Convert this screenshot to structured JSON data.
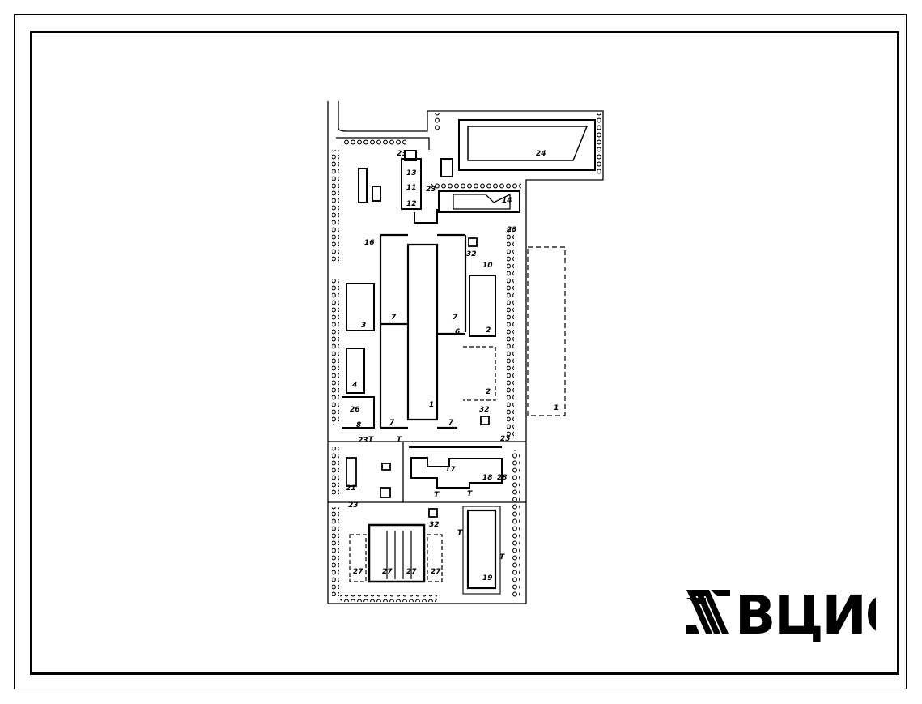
{
  "drawing": {
    "labels": {
      "l1": "1",
      "l1b": "1",
      "l2": "2",
      "l2b": "2",
      "l3": "3",
      "l4": "4",
      "l6": "6",
      "l7a": "7",
      "l7b": "7",
      "l7c": "7",
      "l7d": "7",
      "l8": "8",
      "l10": "10",
      "l11": "11",
      "l12": "12",
      "l13": "13",
      "l14": "14",
      "l16": "16",
      "l17": "17",
      "l18": "18",
      "l19": "19",
      "l21": "21",
      "l23a": "23",
      "l23b": "23",
      "l23c": "23",
      "l23d": "23",
      "l23e": "23",
      "l23f": "23",
      "l24": "24",
      "l26": "26",
      "l27a": "27",
      "l27b": "27",
      "l27c": "27",
      "l27d": "27",
      "l28": "28",
      "l32a": "32",
      "l32b": "32",
      "l32c": "32",
      "t1": "T",
      "t2": "T",
      "t3": "T",
      "t4": "T",
      "t5": "T",
      "t6": "T"
    }
  },
  "logo": {
    "text": "ВЦИС"
  }
}
